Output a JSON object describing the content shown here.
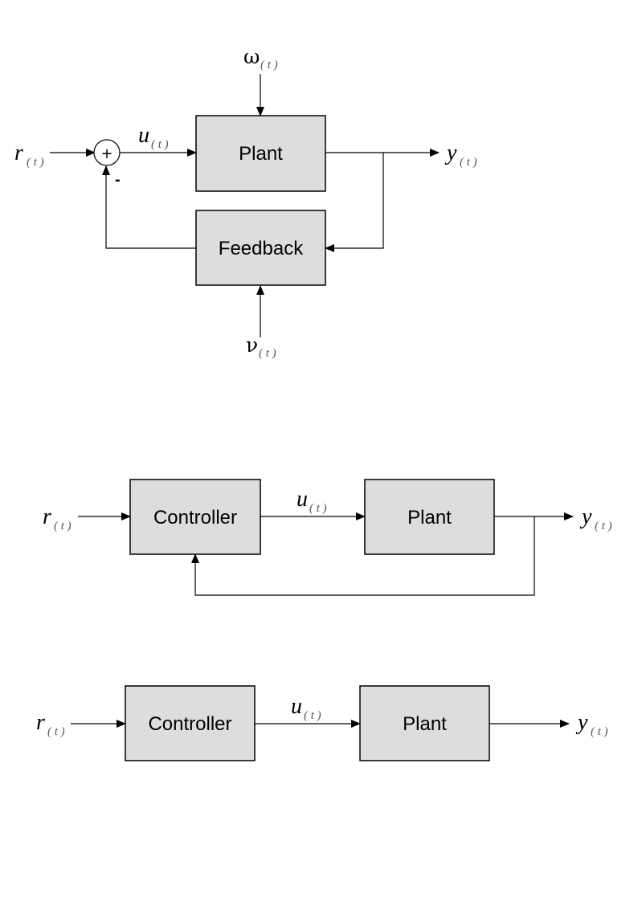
{
  "diagram1": {
    "signals": {
      "r": "r",
      "r_sub": "( t )",
      "u": "u",
      "u_sub": "( t )",
      "y": "y",
      "y_sub": "( t )",
      "omega": "ω",
      "omega_sub": "( t )",
      "nu": "ν",
      "nu_sub": "( t )"
    },
    "blocks": {
      "plant": "Plant",
      "feedback": "Feedback"
    },
    "summing_junction": {
      "symbol": "+",
      "feedback_sign": "-"
    }
  },
  "diagram2": {
    "signals": {
      "r": "r",
      "r_sub": "( t )",
      "u": "u",
      "u_sub": "( t )",
      "y": "y",
      "y_sub": "( t )"
    },
    "blocks": {
      "controller": "Controller",
      "plant": "Plant"
    }
  },
  "diagram3": {
    "signals": {
      "r": "r",
      "r_sub": "( t )",
      "u": "u",
      "u_sub": "( t )",
      "y": "y",
      "y_sub": "( t )"
    },
    "blocks": {
      "controller": "Controller",
      "plant": "Plant"
    }
  }
}
